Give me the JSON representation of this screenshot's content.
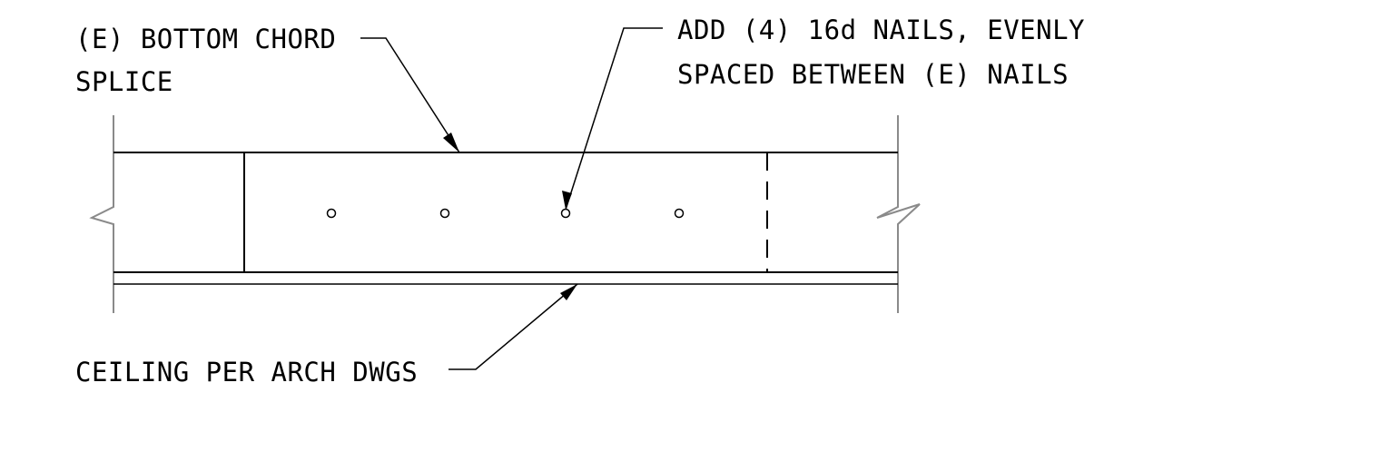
{
  "notes": {
    "bottom_chord_line1": "(E) BOTTOM CHORD",
    "bottom_chord_line2": "SPLICE",
    "nails_line1": "ADD (4) 16d NAILS, EVENLY",
    "nails_line2": "SPACED BETWEEN (E) NAILS",
    "ceiling": "CEILING PER ARCH DWGS"
  },
  "nail_count": 4,
  "colors": {
    "linework": "#000000",
    "break_lines": "#8a8a8a",
    "background": "#ffffff"
  }
}
